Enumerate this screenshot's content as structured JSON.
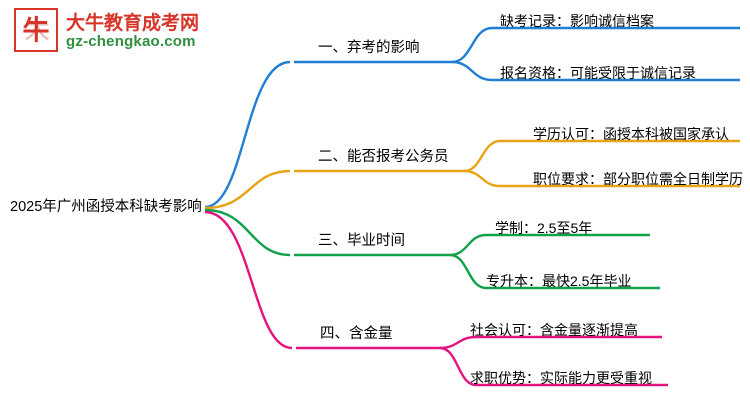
{
  "logo": {
    "mark_char": "大",
    "mark_bull": "牛",
    "title": "大牛教育成考网",
    "subtitle": "gz-chengkao.com",
    "title_color": "#d8352a",
    "subtitle_color": "#2f8f3e"
  },
  "mindmap": {
    "root": "2025年广州函授本科缺考影响",
    "branches": [
      {
        "label": "一、弃考的影响",
        "color": "#1f7fd4",
        "leaves": [
          "缺考记录：影响诚信档案",
          "报名资格：可能受限于诚信记录"
        ]
      },
      {
        "label": "二、能否报考公务员",
        "color": "#e8a317",
        "leaves": [
          "学历认可：函授本科被国家承认",
          "职位要求：部分职位需全日制学历"
        ]
      },
      {
        "label": "三、毕业时间",
        "color": "#12a14b",
        "leaves": [
          "学制：2.5至5年",
          "专升本：最快2.5年毕业"
        ]
      },
      {
        "label": "四、含金量",
        "color": "#e5137f",
        "leaves": [
          "社会认可：含金量逐渐提高",
          "求职优势：实际能力更受重视"
        ]
      }
    ]
  }
}
